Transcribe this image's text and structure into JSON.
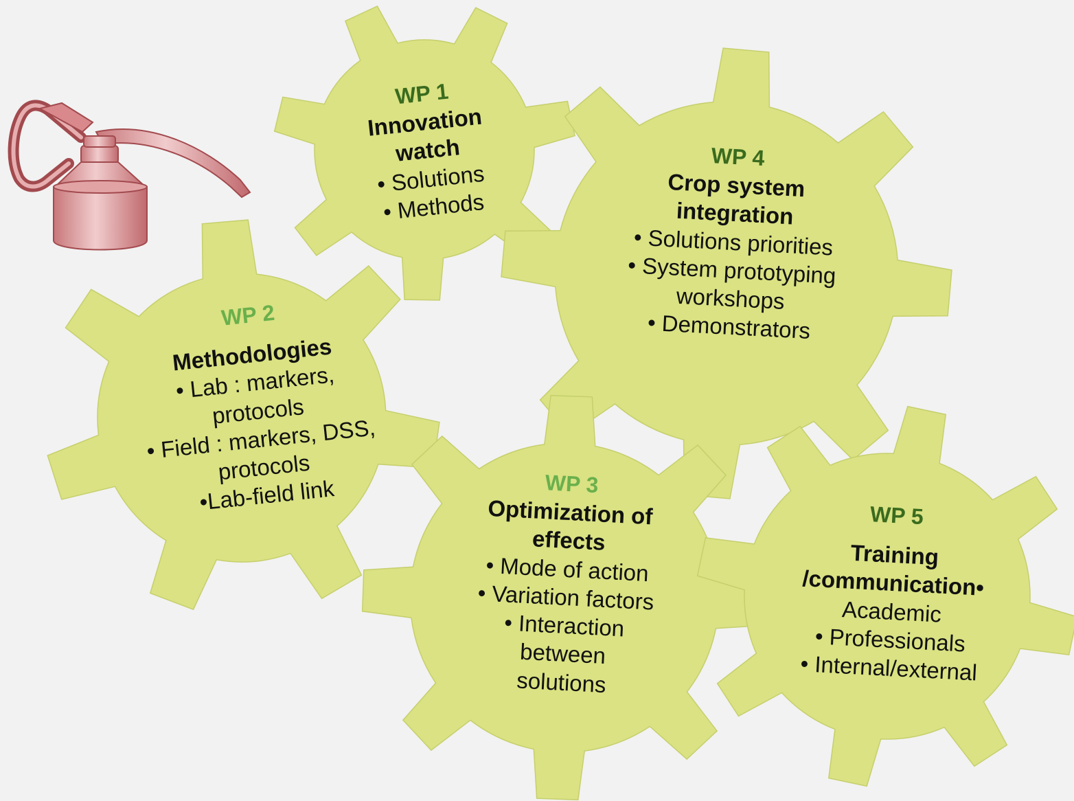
{
  "colors": {
    "gear_fill": "#dae283",
    "gear_stroke": "#c6cf6c",
    "wp_dark": "#3a6b1e",
    "wp_light": "#6ab04c",
    "oil_can": "#c9787a",
    "oil_can_dark": "#a24a4e"
  },
  "icons": {
    "oil_can": "oil-can-icon"
  },
  "gears": {
    "wp1": {
      "label": "WP 1",
      "title": [
        "Innovation",
        "watch"
      ],
      "items": [
        "• Solutions",
        "• Methods"
      ]
    },
    "wp2": {
      "label": "WP 2",
      "title": [
        "Methodologies"
      ],
      "items": [
        "• Lab : markers,",
        "protocols",
        "• Field : markers, DSS,",
        "protocols",
        "•Lab-field link"
      ]
    },
    "wp3": {
      "label": "WP 3",
      "title": [
        "Optimization  of",
        "effects"
      ],
      "items": [
        "• Mode of action",
        "• Variation factors",
        "• Interaction",
        "between",
        "solutions"
      ]
    },
    "wp4": {
      "label": "WP 4",
      "title": [
        "Crop system",
        "integration"
      ],
      "items": [
        "• Solutions priorities",
        "• System prototyping",
        "workshops",
        "• Demonstrators"
      ]
    },
    "wp5": {
      "label": "WP 5",
      "title": [
        "Training",
        "/communication•"
      ],
      "items": [
        "Academic",
        "• Professionals",
        "• Internal/external"
      ]
    }
  }
}
